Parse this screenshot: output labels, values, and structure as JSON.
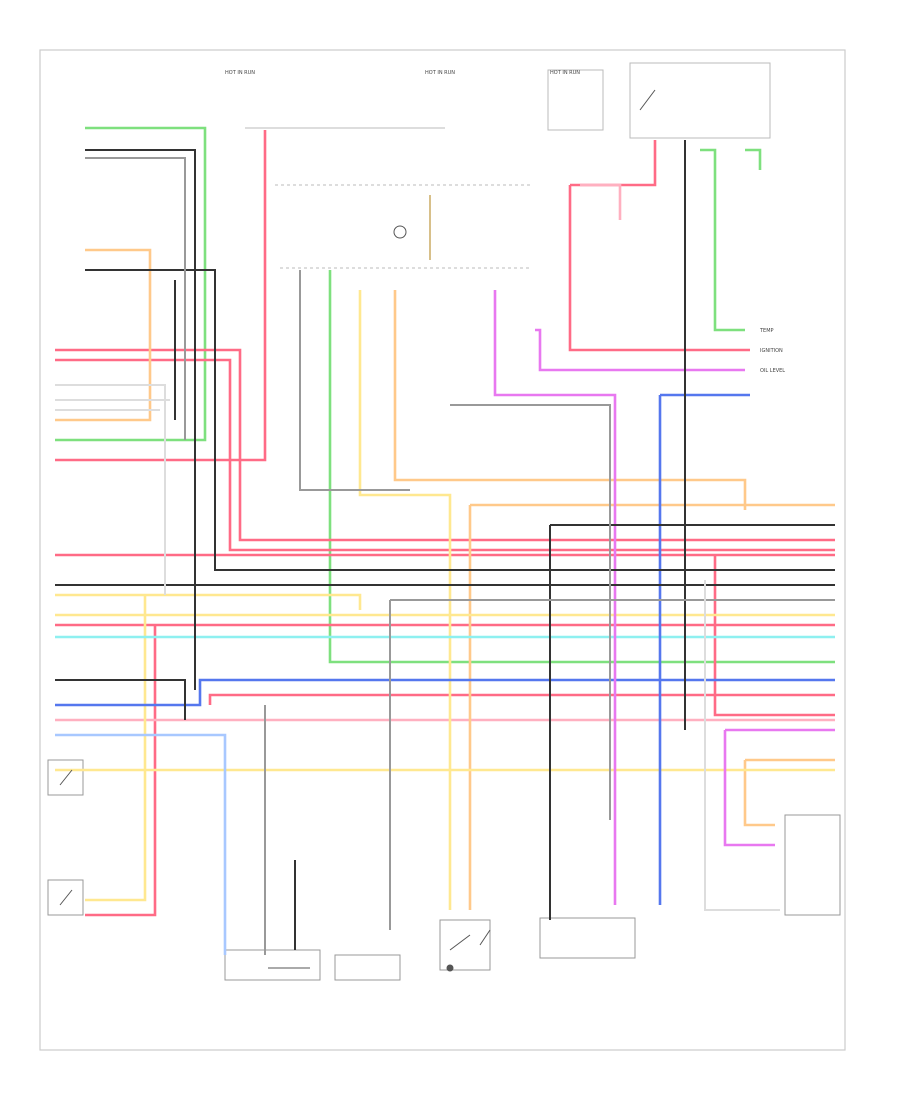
{
  "diagram": {
    "caption": "",
    "wire_colors": {
      "green": "#7ee07e",
      "red": "#ff6b86",
      "pink": "#ffb0c0",
      "orange": "#ffc98a",
      "yellow": "#ffe890",
      "blue": "#5577ee",
      "light_blue": "#a8c8ff",
      "violet": "#e878f0",
      "cyan": "#8ef0f0",
      "black": "#333333",
      "gray": "#999999",
      "light_gray": "#dddddd",
      "tan": "#d8c08a"
    },
    "right_labels": {
      "ign": "IGNITION",
      "oil_level": "OIL LEVEL",
      "temp": "TEMP"
    },
    "components": {
      "fuse_block_1": "HOT IN RUN",
      "fuse_block_2": "HOT IN RUN",
      "fuse_block_3": "HOT IN RUN"
    }
  }
}
